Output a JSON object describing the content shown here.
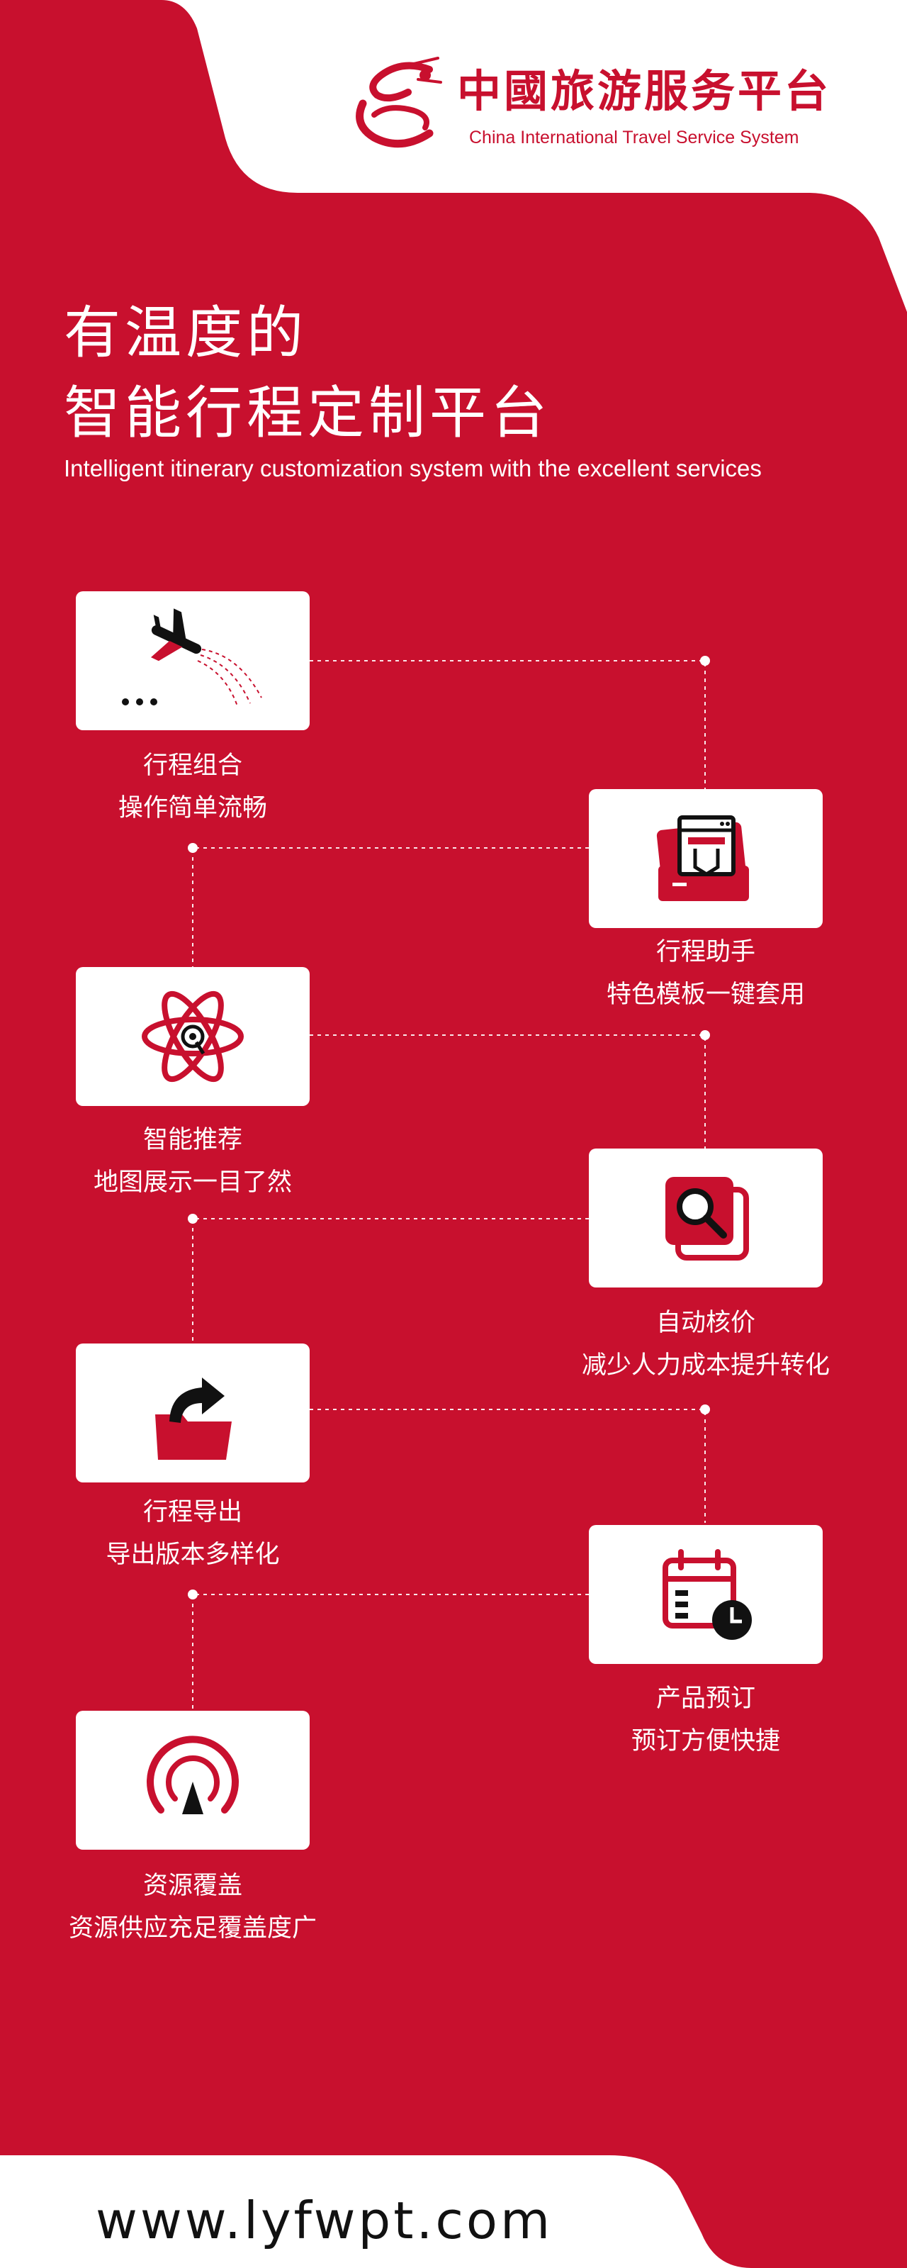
{
  "header": {
    "logo_cn": "中國旅游服务平台",
    "logo_en": "China International Travel Service System"
  },
  "hero": {
    "line1": "有温度的",
    "line2": "智能行程定制平台",
    "subtitle": "Intelligent itinerary customization system with the excellent services"
  },
  "features": [
    {
      "icon": "airplane-icon",
      "title": "行程组合",
      "desc": "操作简单流畅"
    },
    {
      "icon": "itinerary-assistant-icon",
      "title": "行程助手",
      "desc": "特色模板一键套用"
    },
    {
      "icon": "atom-icon",
      "title": "智能推荐",
      "desc": "地图展示一目了然"
    },
    {
      "icon": "magnifier-icon",
      "title": "自动核价",
      "desc": "减少人力成本提升转化"
    },
    {
      "icon": "export-folder-icon",
      "title": "行程导出",
      "desc": "导出版本多样化"
    },
    {
      "icon": "calendar-clock-icon",
      "title": "产品预订",
      "desc": "预订方便快捷"
    },
    {
      "icon": "signal-coverage-icon",
      "title": "资源覆盖",
      "desc": "资源供应充足覆盖度广"
    }
  ],
  "footer": {
    "url": "www.lyfwpt.com"
  },
  "colors": {
    "brand_red": "#c8102e",
    "white": "#ffffff",
    "dark": "#111111"
  }
}
